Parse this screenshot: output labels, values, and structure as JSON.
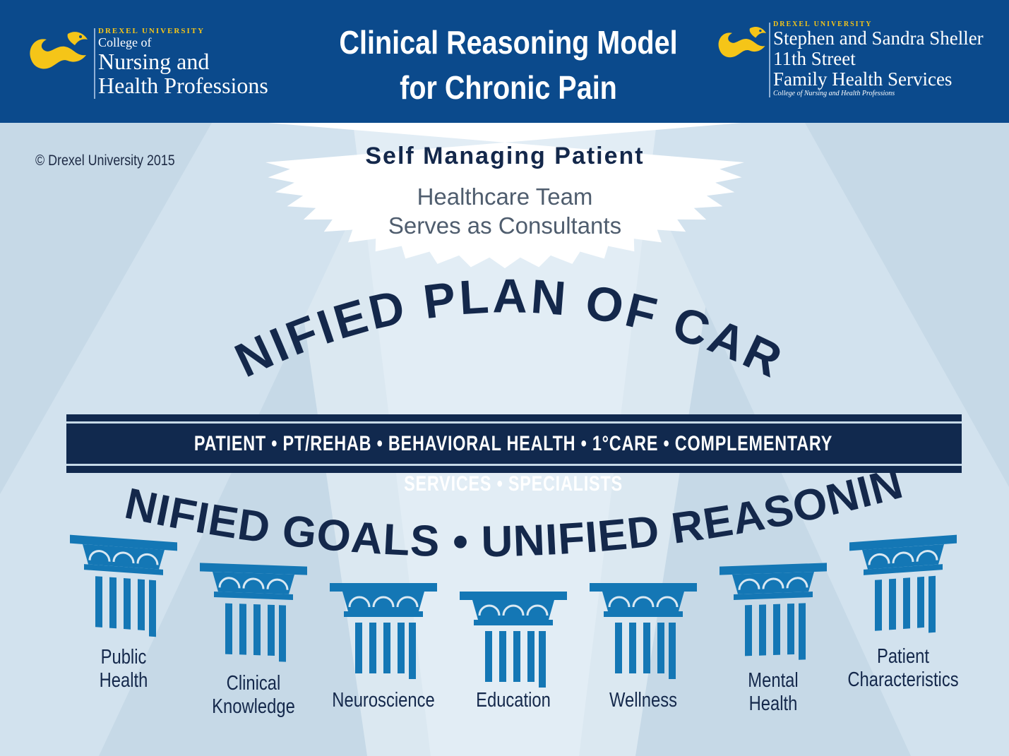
{
  "header": {
    "title_lines": [
      "Clinical Reasoning Model",
      "for Chronic Pain"
    ],
    "left_logo": {
      "university": "DREXEL UNIVERSITY",
      "lines": [
        "College of",
        "Nursing and",
        "Health Professions"
      ],
      "icon": "dragon-icon"
    },
    "right_logo": {
      "university": "DREXEL UNIVERSITY",
      "lines": [
        "Stephen and Sandra Sheller",
        "11th Street",
        "Family Health Services",
        "College of Nursing and Health Professions"
      ],
      "icon": "dragon-icon"
    }
  },
  "copyright": "© Drexel University 2015",
  "team": {
    "title": "Self Managing Patient",
    "subtitle_lines": [
      "Healthcare Team",
      "Serves as Consultants"
    ]
  },
  "plan_heading": "UNIFIED PLAN OF CARE",
  "team_band": "PATIENT  •  PT/REHAB  •  BEHAVIORAL HEALTH  •  1°CARE  •  COMPLEMENTARY SERVICES  •  SPECIALISTS",
  "goals_heading": "UNIFIED GOALS • UNIFIED REASONING",
  "pillars": [
    {
      "label_lines": [
        "Public",
        "Health"
      ]
    },
    {
      "label_lines": [
        "Clinical",
        "Knowledge"
      ]
    },
    {
      "label_lines": [
        "Neuroscience"
      ]
    },
    {
      "label_lines": [
        "Education"
      ]
    },
    {
      "label_lines": [
        "Wellness"
      ]
    },
    {
      "label_lines": [
        "Mental",
        "Health"
      ]
    },
    {
      "label_lines": [
        "Patient",
        "Characteristics"
      ]
    }
  ],
  "colors": {
    "header_blue": "#0b4a8c",
    "navy": "#11294e",
    "pillar_blue": "#1477b5",
    "gold": "#f5c518",
    "background": "#c9dbe8"
  }
}
